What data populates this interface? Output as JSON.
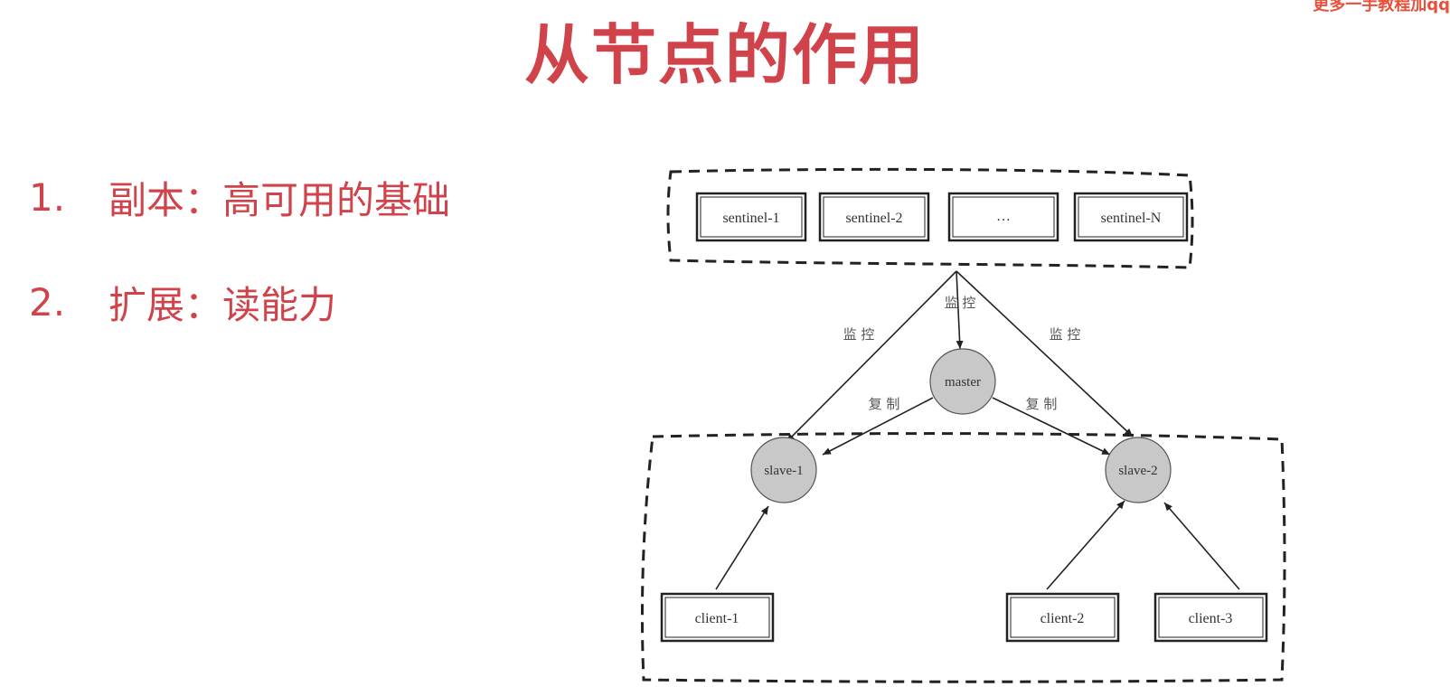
{
  "title": "从节点的作用",
  "watermark": "更多一手教程加qq",
  "points": [
    {
      "num": "1.",
      "text": "副本：高可用的基础"
    },
    {
      "num": "2.",
      "text": "扩展：读能力"
    }
  ],
  "diagram": {
    "sentinels": [
      "sentinel-1",
      "sentinel-2",
      "…",
      "sentinel-N"
    ],
    "master": "master",
    "slaves": [
      "slave-1",
      "slave-2"
    ],
    "clients": [
      "client-1",
      "client-2",
      "client-3"
    ],
    "edge_labels": {
      "monitor_left": "监 控",
      "monitor_center": "监 控",
      "monitor_right": "监 控",
      "replicate_left": "复 制",
      "replicate_right": "复 制"
    },
    "colors": {
      "node_fill": "#c8c8c8",
      "title": "#d0434b"
    }
  }
}
